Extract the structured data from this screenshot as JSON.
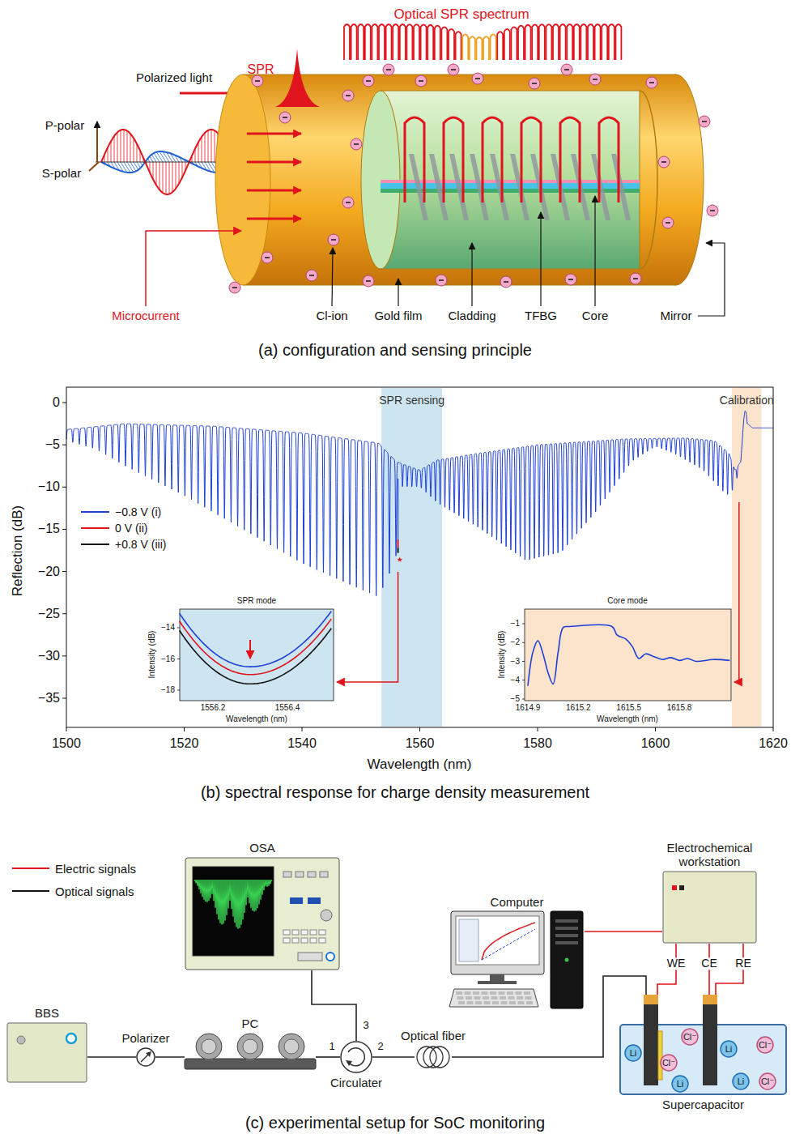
{
  "diagram": {
    "nodes": [
      {
        "text": [
          "OSA"
        ]
      },
      {
        "text": [
          "Computer"
        ]
      },
      {
        "text": [
          "Electrochemical workstation"
        ]
      },
      {
        "text": [
          "BBS"
        ]
      },
      {
        "text": [
          "Polarizer"
        ]
      },
      {
        "text": [
          "PC"
        ]
      },
      {
        "text": [
          "Circulater"
        ]
      },
      {
        "text": [
          "Optical fiber"
        ]
      },
      {
        "text": [
          "Supercapacitor"
        ]
      }
    ],
    "edges": [
      {
        "from": 3,
        "to": 4,
        "arrow": "none"
      },
      {
        "from": 4,
        "to": 5,
        "arrow": "none"
      },
      {
        "from": 5,
        "to": 6,
        "arrow": "none"
      },
      {
        "from": 6,
        "to": 0,
        "arrow": "none"
      },
      {
        "from": 6,
        "to": 7,
        "arrow": "none"
      },
      {
        "from": 7,
        "to": 8,
        "arrow": "none"
      },
      {
        "from": 1,
        "to": 2,
        "arrow": "none"
      },
      {
        "from": 2,
        "to": 8,
        "arrow": "none",
        "label": "WE"
      },
      {
        "from": 2,
        "to": 8,
        "arrow": "none",
        "label": "CE"
      },
      {
        "from": 2,
        "to": 8,
        "arrow": "none",
        "label": "RE"
      }
    ],
    "labels": [
      "Optical SPR spectrum",
      "SPR",
      "Polarized light",
      "P-polar",
      "S-polar",
      "Microcurrent",
      "Cl-ion",
      "Gold film",
      "Cladding",
      "TFBG",
      "Core",
      "Mirror",
      "(a) configuration and sensing principle",
      "SPR sensing",
      "Calibration",
      "0",
      "−5",
      "−10",
      "−15",
      "−20",
      "−25",
      "−30",
      "−35",
      "Reflection (dB)",
      "1500",
      "1520",
      "1540",
      "1560",
      "1580",
      "1600",
      "1620",
      "Wavelength (nm)",
      "SPR mode",
      "−14",
      "−16",
      "−18",
      "Intensity (dB)",
      "1556.2",
      "1556.4",
      "Wavelength (nm)",
      "Core mode",
      "−1",
      "−2",
      "−3",
      "−4",
      "−5",
      "Intensity (dB)",
      "1614.9",
      "1615.2",
      "1615.5",
      "1615.8",
      "Wavelength (nm)",
      "(b) spectral response for charge density measurement",
      "1",
      "2",
      "3",
      "Li",
      "Li",
      "Li",
      "Li",
      "Cl⁻",
      "Cl⁻",
      "Cl⁻",
      "Cl⁻",
      "(c) experimental setup for SoC monitoring"
    ],
    "legend": [
      {
        "text": "−0.8 V (i)"
      },
      {
        "text": "0 V (ii)"
      },
      {
        "text": "+0.8 V (iii)"
      },
      {
        "text": "Electric signals"
      },
      {
        "text": "Optical signals"
      }
    ]
  }
}
